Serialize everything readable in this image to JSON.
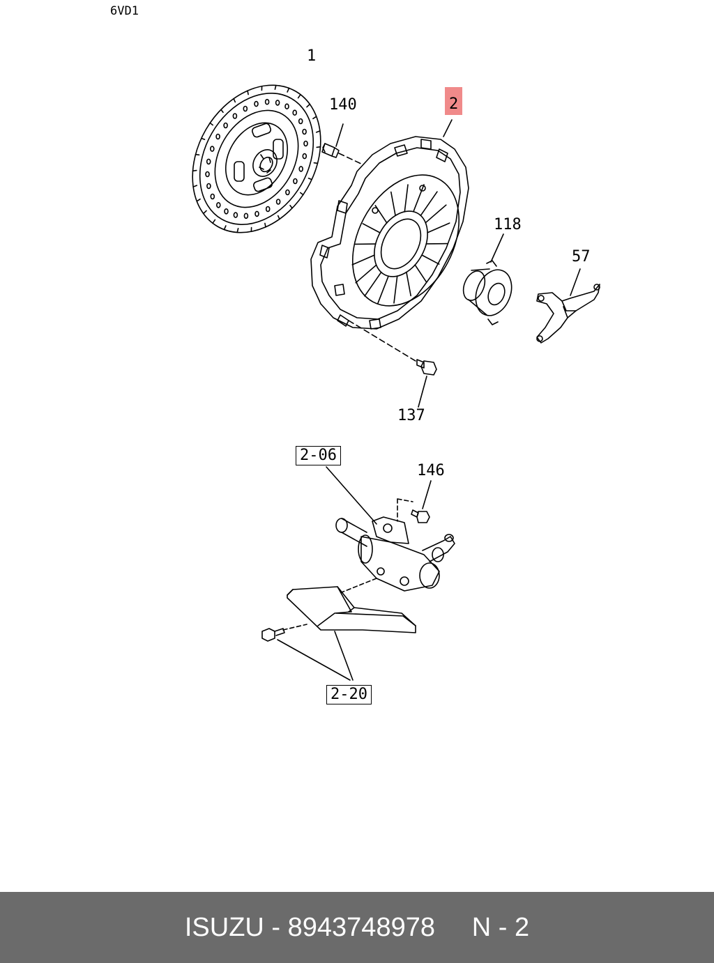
{
  "engine_code": "6VD1",
  "callouts": {
    "disc": "1",
    "cover": "2",
    "pin": "140",
    "bearing": "118",
    "fork": "57",
    "bolt": "137",
    "ref_slave": "2-06",
    "bolt_slave": "146",
    "ref_bracket": "2-20"
  },
  "highlight_color": "#f08a8a",
  "footer": {
    "brand": "ISUZU",
    "sep": " - ",
    "part_number": "8943748978",
    "gap": "     ",
    "page": "N - 2"
  }
}
